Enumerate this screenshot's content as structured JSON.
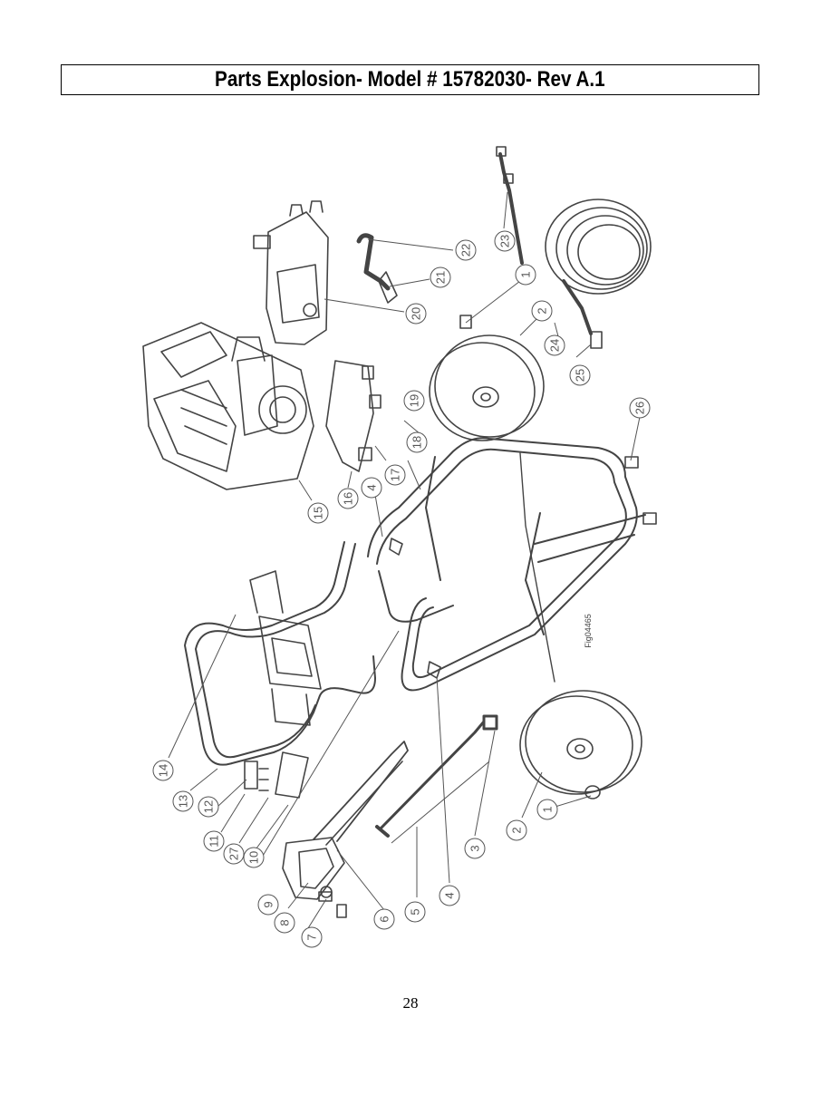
{
  "header": {
    "title": "Parts Explosion- Model # 15782030- Rev A.1"
  },
  "figure": {
    "id": "Fig04465",
    "callouts": [
      "1",
      "1",
      "2",
      "2",
      "3",
      "4",
      "4",
      "5",
      "6",
      "7",
      "8",
      "9",
      "10",
      "11",
      "12",
      "13",
      "14",
      "15",
      "16",
      "17",
      "18",
      "19",
      "20",
      "21",
      "22",
      "23",
      "24",
      "25",
      "26",
      "27"
    ]
  },
  "footer": {
    "page_number": "28"
  }
}
